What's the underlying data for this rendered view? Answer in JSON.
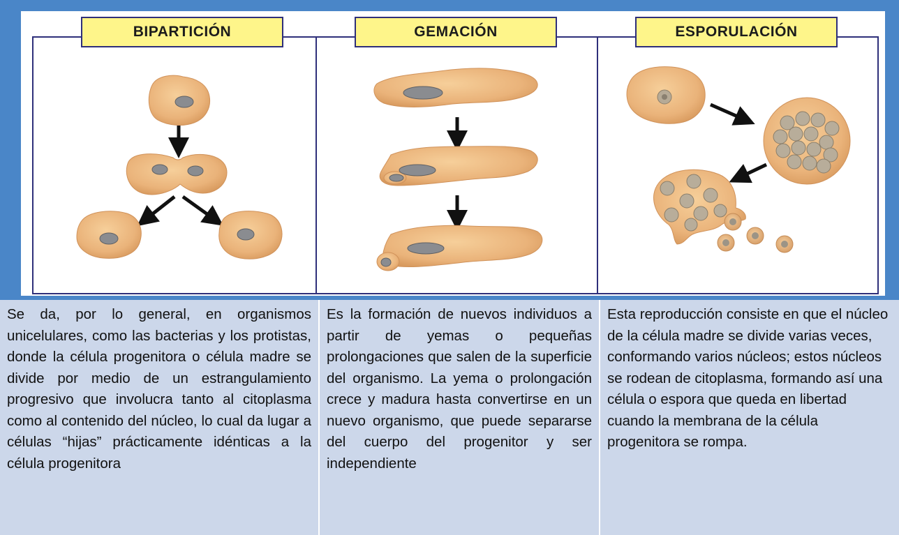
{
  "colors": {
    "frame_blue": "#4a86c8",
    "label_yellow": "#fef58a",
    "border_navy": "#2e2f7a",
    "cell_orange": "#eab37a",
    "nucleus_gray": "#8a8c90",
    "text_bg": "#ccd7ea"
  },
  "panels": [
    {
      "title": "BIPARTICIÓN"
    },
    {
      "title": "GEMACIÓN"
    },
    {
      "title": "ESPORULACIÓN"
    }
  ],
  "descriptions": [
    {
      "text": "Se da, por lo general, en organismos unicelulares, como las bacterias y los protistas, donde la célula progenitora o célula madre se divide por medio de un estrangulamiento progresivo que involucra tanto al citoplasma como al contenido del núcleo, lo cual da lugar a células “hijas” prácticamente idénticas a la célula progenitora"
    },
    {
      "text": "Es la formación de nuevos individuos a partir de yemas o pequeñas prolongaciones que salen de la superficie del organismo. La yema o prolongación crece y madura hasta convertirse en un nuevo organismo, que puede separarse del cuerpo del progenitor y ser independiente"
    },
    {
      "text": "Esta reproducción consiste en que el núcleo de la célula madre se divide varias veces, conformando varios núcleos; estos núcleos se rodean de citoplasma, formando así una célula o espora que queda en libertad cuando la membrana de la célula progenitora se rompa."
    }
  ]
}
